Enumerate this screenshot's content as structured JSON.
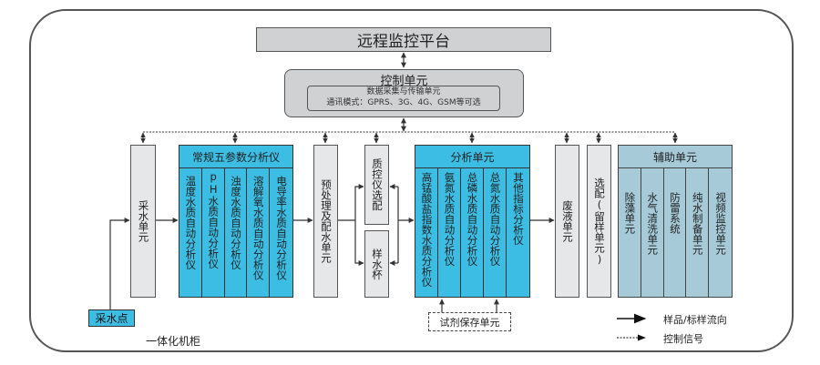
{
  "title": "远程监控平台",
  "control_unit": {
    "title": "控制单元",
    "inner_line1": "数据采集与传输单元",
    "inner_line2": "通讯模式：GPRS、3G、4G、GSM等可选"
  },
  "sampling_unit": "采水单元",
  "five_param": {
    "title": "常规五参数分析仪",
    "items": [
      "温度水质自动分析仪",
      "pH水质自动分析仪",
      "浊度水质自动分析仪",
      "溶解氧水质自动分析仪",
      "电导率水质自动分析仪"
    ]
  },
  "pretreat_unit": "预处理及配水单元",
  "qc_unit": "质控仪选配",
  "sample_cup": "样水杯",
  "analysis": {
    "title": "分析单元",
    "items": [
      "高锰酸盐指数水质分析仪",
      "氨氮水质自动分析仪",
      "总磷水质自动分析仪",
      "总氮水质自动分析仪",
      "其他指标分析仪"
    ]
  },
  "waste_unit": "废液单元",
  "retention_unit": "选配(留样单元)",
  "auxiliary": {
    "title": "辅助单元",
    "items": [
      "除藻单元",
      "水气清洗单元",
      "防雷系统",
      "纯水制备单元",
      "视频监控单元"
    ]
  },
  "reagent_unit": "试剂保存单元",
  "sampling_point": "采水点",
  "cabinet_label": "一体化机柜",
  "legend": {
    "solid": "样品/标样流向",
    "dotted": "控制信号"
  },
  "colors": {
    "blue": "#3cbde3",
    "steel": "#a6cad8",
    "gray": "#e6e7e9",
    "border": "#555555"
  }
}
